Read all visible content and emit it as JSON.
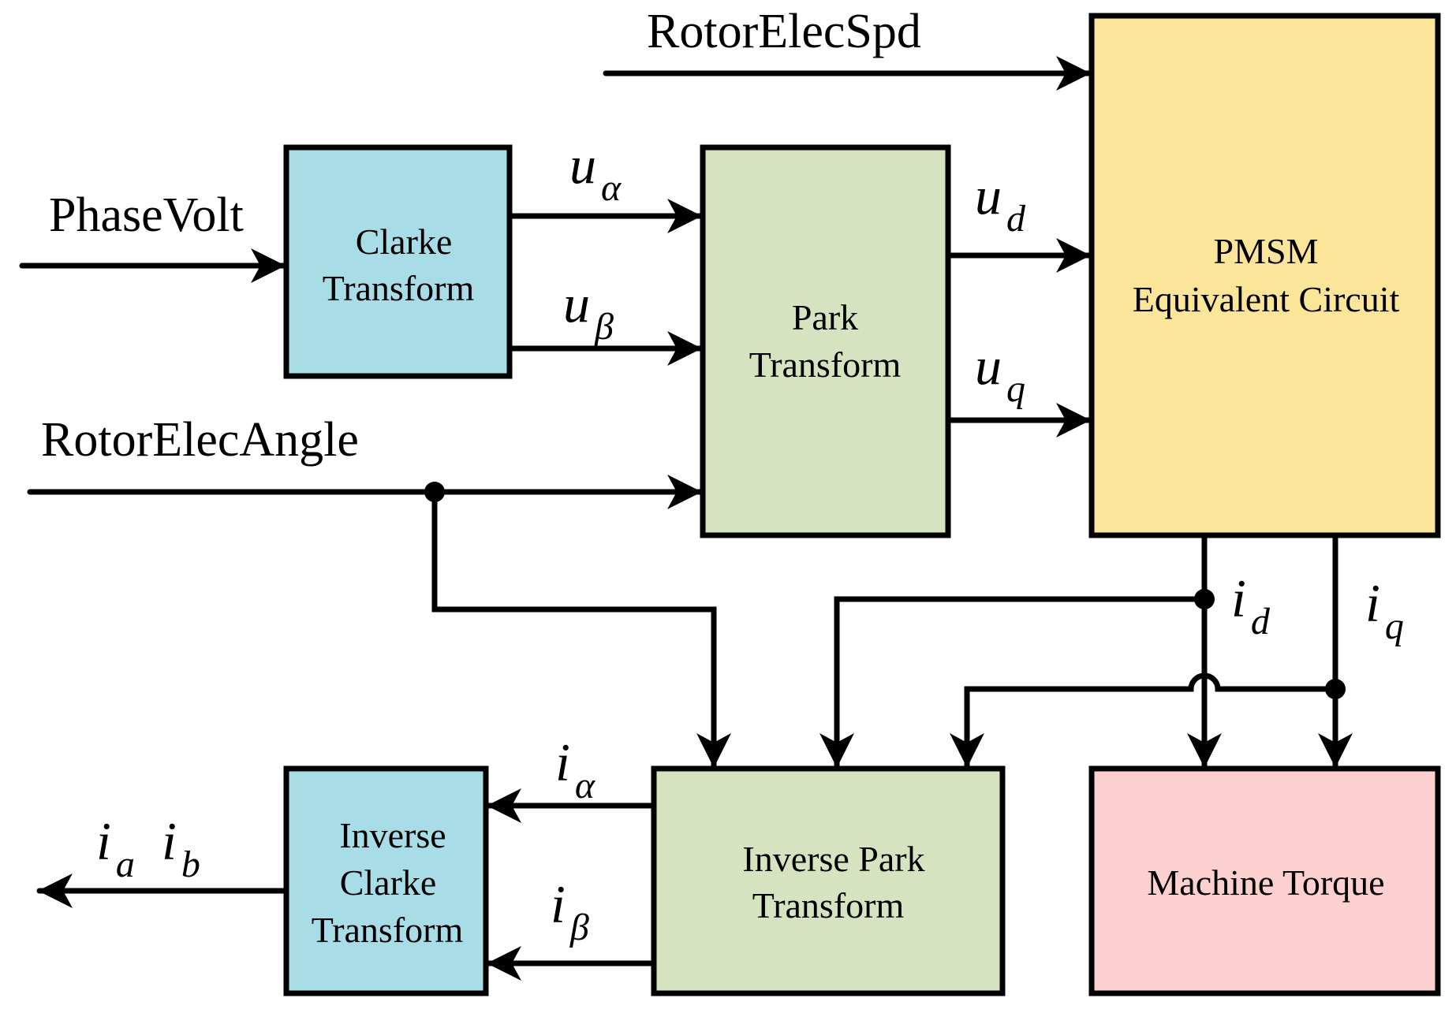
{
  "blocks": {
    "clarke": {
      "line1": "Clarke",
      "line2": "Transform"
    },
    "park": {
      "line1": "Park",
      "line2": "Transform"
    },
    "pmsm": {
      "line1": "PMSM",
      "line2": "Equivalent Circuit"
    },
    "inverse_park": {
      "line1": "Inverse Park",
      "line2": "Transform"
    },
    "inverse_clarke": {
      "line1": "Inverse",
      "line2": "Clarke",
      "line3": "Transform"
    },
    "torque": {
      "line1": "Machine Torque"
    }
  },
  "inputs": {
    "phase_volt": "PhaseVolt",
    "rotor_elec_spd": "RotorElecSpd",
    "rotor_elec_angle": "RotorElecAngle"
  },
  "signals": {
    "u_alpha": {
      "main": "u",
      "sub": "α"
    },
    "u_beta": {
      "main": "u",
      "sub": "β"
    },
    "u_d": {
      "main": "u",
      "sub": "d"
    },
    "u_q": {
      "main": "u",
      "sub": "q"
    },
    "i_d": {
      "main": "i",
      "sub": "d"
    },
    "i_q": {
      "main": "i",
      "sub": "q"
    },
    "i_alpha": {
      "main": "i",
      "sub": "α"
    },
    "i_beta": {
      "main": "i",
      "sub": "β"
    },
    "i_a": {
      "main": "i",
      "sub": "a"
    },
    "i_b": {
      "main": "i",
      "sub": "b"
    }
  },
  "colors": {
    "clarke_fill": "#a8dde8",
    "park_fill": "#d5e3c0",
    "pmsm_fill": "#fbe598",
    "torque_fill": "#fdd0d0",
    "line": "#000000"
  }
}
